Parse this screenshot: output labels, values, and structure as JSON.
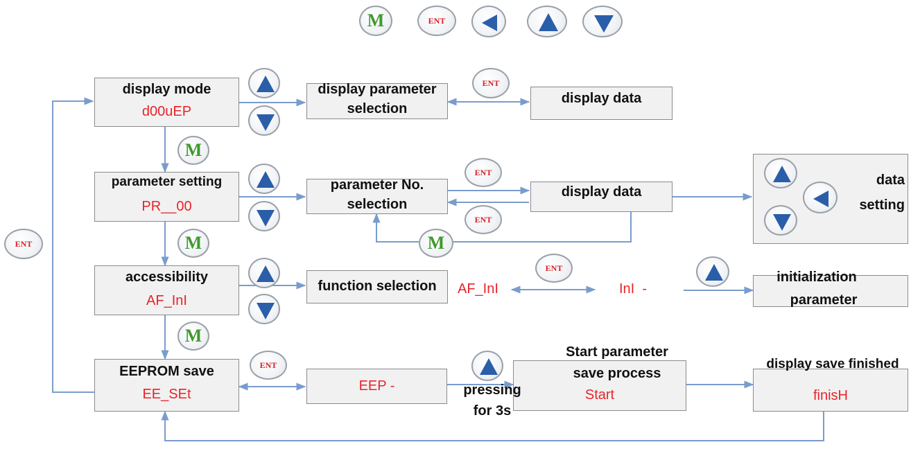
{
  "colors": {
    "code_red": "#e8242a",
    "arrow_blue": "#2a5ea8",
    "m_green": "#3f9a2e",
    "line_blue": "#7a9ccc"
  },
  "button_labels": {
    "m": "M",
    "ent": "ENT"
  },
  "boxes": {
    "display_mode": {
      "title": "display mode",
      "code": "d00uEP"
    },
    "param_setting": {
      "title": "parameter setting",
      "code": "PR__00"
    },
    "accessibility": {
      "title": "accessibility",
      "code": "AF_InI"
    },
    "eeprom": {
      "title": "EEPROM save",
      "code": "EE_SEt"
    },
    "disp_param_sel": {
      "line1": "display parameter",
      "line2": "selection"
    },
    "disp_data_1": {
      "title": "display data"
    },
    "param_no_sel": {
      "line1": "parameter No.",
      "line2": "selection"
    },
    "disp_data_2": {
      "title": "display data"
    },
    "data_setting": {
      "line1": "data",
      "line2": "setting"
    },
    "function_sel": {
      "title": "function selection"
    },
    "init_param": {
      "line1": "initialization",
      "line2": "parameter"
    },
    "eep_box": {
      "code": "EEP  -"
    },
    "start_process": {
      "code": "Start"
    },
    "finish_box": {
      "code": "finisH"
    }
  },
  "floating_text": {
    "af_ini": "AF_InI",
    "ini_dash": "InI  -",
    "pressing": "pressing",
    "for_3s": "for 3s",
    "start_param_1": "Start parameter",
    "start_param_2": "save process",
    "display_save_finished": "display save finished"
  }
}
